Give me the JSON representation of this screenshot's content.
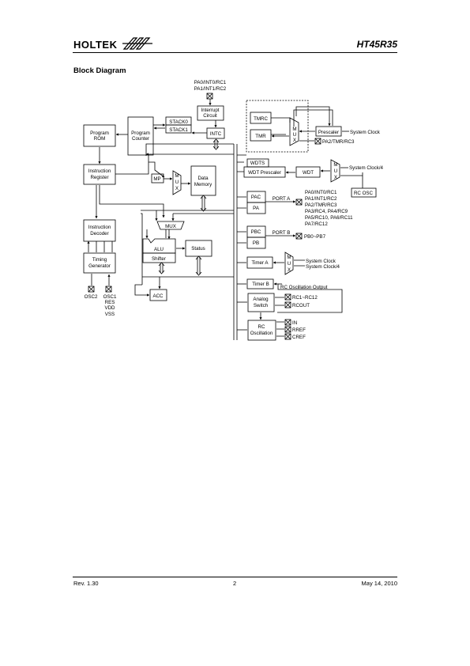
{
  "header": {
    "brand": "HOLTEK",
    "part_number": "HT45R35"
  },
  "section_title": "Block Diagram",
  "footer": {
    "revision": "Rev. 1.30",
    "page": "2",
    "date": "May 14, 2010"
  },
  "diagram": {
    "interrupt_pins": [
      "PA0/INT0/RC1",
      "PA1/INT1/RC2"
    ],
    "interrupt_circuit": [
      "Interrupt",
      "Circuit"
    ],
    "intc": "INTC",
    "stack0": "STACK0",
    "stack1": "STACK1",
    "program_rom": [
      "Program",
      "ROM"
    ],
    "program_counter": [
      "Program",
      "Counter"
    ],
    "instruction_register": [
      "Instruction",
      "Register"
    ],
    "instruction_decoder": [
      "Instruction",
      "Decoder"
    ],
    "timing_generator": [
      "Timing",
      "Generator"
    ],
    "mp": "MP",
    "mux_letters": [
      "M",
      "U",
      "X"
    ],
    "data_memory": [
      "Data",
      "Memory"
    ],
    "mux": "MUX",
    "alu": "ALU",
    "shifter": "Shifter",
    "status": "Status",
    "acc": "ACC",
    "osc2": "OSC2",
    "osc1": "OSC1",
    "res": "RES",
    "vdd": "VDD",
    "vss": "VSS",
    "tmrc": "TMRC",
    "tmr": "TMR",
    "prescaler": "Prescaler",
    "system_clock": "System Clock",
    "pa2_tmr": "PA2/TMR/RC3",
    "wdts": "WDTS",
    "wdt_prescaler": "WDT Prescaler",
    "wdt": "WDT",
    "system_clock_4": "System Clock/4",
    "rc_osc": "RC OSC",
    "pac": "PAC",
    "pa": "PA",
    "port_a": "PORT A",
    "port_a_pins": [
      "PA0/INT0/RC1",
      "PA1/INT1/RC2",
      "PA2/TMR/RC3",
      "PA3/RC4, PA4/RC9",
      "PA5/RC10, PA6/RC11",
      "PA7/RC12"
    ],
    "pbc": "PBC",
    "pb": "PB",
    "port_b": "PORT B",
    "port_b_pins": "PB0~PB7",
    "timer_a": "Timer A",
    "timer_a_clk1": "System Clock",
    "timer_a_clk2": "System Clock/4",
    "timer_b": "Timer B",
    "rc_osc_output": "RC Oscillation Output",
    "analog_switch": [
      "Analog",
      "Switch"
    ],
    "rc1_rc12": "RC1~RC12",
    "rcout": "RCOUT",
    "rc_oscillation": [
      "RC",
      "Oscillation"
    ],
    "in": "IN",
    "rref": "RREF",
    "cref": "CREF"
  }
}
